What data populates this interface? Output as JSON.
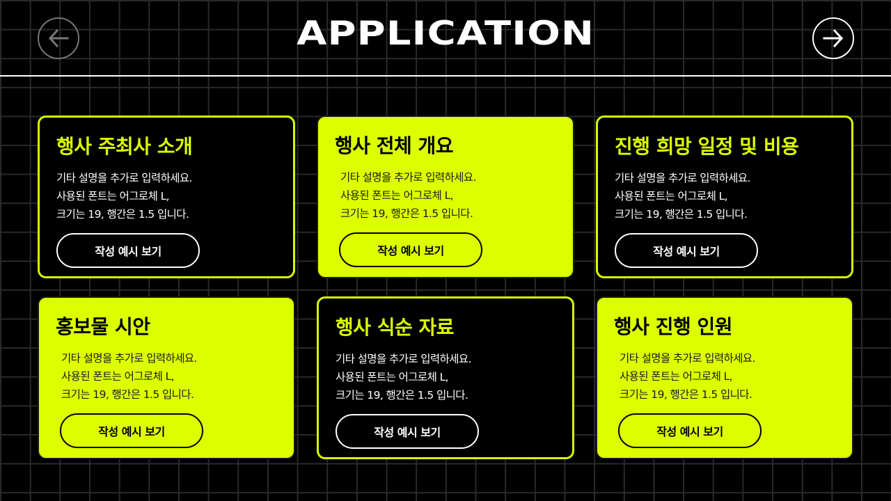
{
  "header": {
    "title": "APPLICATION",
    "prev_icon": "arrow-left-icon",
    "next_icon": "arrow-right-icon"
  },
  "colors": {
    "accent": "#dcff00",
    "background": "#000000",
    "grid": "#2a2a2a",
    "text_light": "#ffffff"
  },
  "cards": [
    {
      "title": "행사 주최사 소개",
      "style": "outline",
      "desc": [
        "기타 설명을 추가로 입력하세요.",
        "사용된 폰트는 어그로체 L,",
        "크기는 19, 행간은 1.5 입니다."
      ],
      "button": "작성 예시 보기"
    },
    {
      "title": "행사 전체 개요",
      "style": "filled",
      "desc": [
        "기타 설명을 추가로 입력하세요.",
        "사용된 폰트는 어그로체 L,",
        "크기는 19, 행간은 1.5 입니다."
      ],
      "button": "작성 예시 보기"
    },
    {
      "title": "진행 희망 일정 및 비용",
      "style": "outline",
      "desc": [
        "기타 설명을 추가로 입력하세요.",
        "사용된 폰트는 어그로체 L,",
        "크기는 19, 행간은 1.5 입니다."
      ],
      "button": "작성 예시 보기"
    },
    {
      "title": "홍보물 시안",
      "style": "filled",
      "desc": [
        "기타 설명을 추가로 입력하세요.",
        "사용된 폰트는 어그로체 L,",
        "크기는 19, 행간은 1.5 입니다."
      ],
      "button": "작성 예시 보기"
    },
    {
      "title": "행사 식순 자료",
      "style": "outline",
      "desc": [
        "기타 설명을 추가로 입력하세요.",
        "사용된 폰트는 어그로체 L,",
        "크기는 19, 행간은 1.5 입니다."
      ],
      "button": "작성 예시 보기"
    },
    {
      "title": "행사 진행 인원",
      "style": "filled",
      "desc": [
        "기타 설명을 추가로 입력하세요.",
        "사용된 폰트는 어그로체 L,",
        "크기는 19, 행간은 1.5 입니다."
      ],
      "button": "작성 예시 보기"
    }
  ]
}
